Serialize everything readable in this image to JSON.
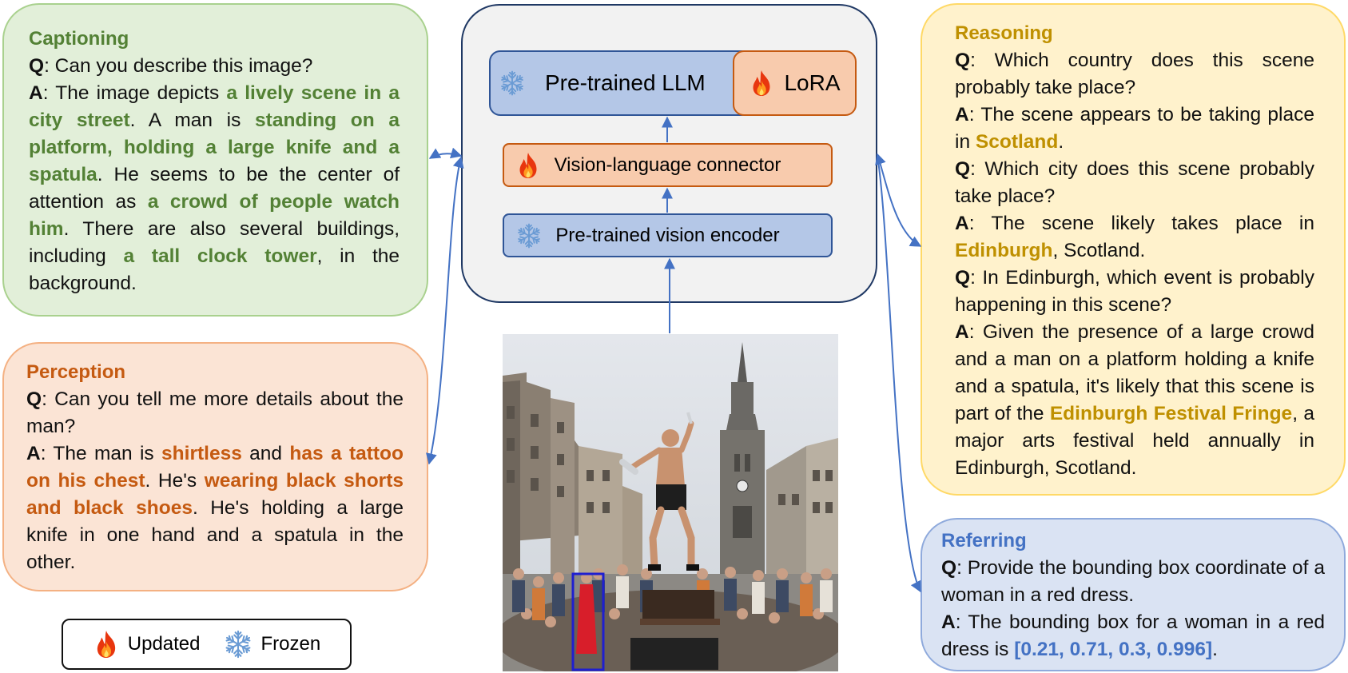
{
  "captioning": {
    "title": "Captioning",
    "q_label": "Q",
    "q_text": ": Can you describe this image?",
    "a_label": "A",
    "a1": ": The image depicts ",
    "h1": "a lively scene in a city street",
    "a2": ". A man is ",
    "h2": "standing on a platform, holding a large knife and a spatula",
    "a3": ". He seems to be the center of attention as ",
    "h3": "a crowd of people watch him",
    "a4": ". There are also several buildings, including ",
    "h4": "a tall clock tower",
    "a5": ", in the background."
  },
  "perception": {
    "title": "Perception",
    "q_label": "Q",
    "q_text": ": Can you tell me more details about the man?",
    "a_label": "A",
    "a1": ": The man is ",
    "h1": "shirtless",
    "a2": " and ",
    "h2": "has a tattoo on his chest",
    "a3": ". He's ",
    "h3": "wearing black shorts and black shoes",
    "a4": ". He's holding a large knife in one hand and a spatula in the other."
  },
  "reasoning": {
    "title": "Reasoning",
    "q1_label": "Q",
    "q1_text": ": Which country does this scene probably take place?",
    "a1_label": "A",
    "a1_text": ": The scene appears to be taking place in ",
    "a1_hl": "Scotland",
    "a1_end": ".",
    "q2_label": "Q",
    "q2_text": ": Which city does this scene probably take place?",
    "a2_label": "A",
    "a2_text": ": The scene likely takes place in ",
    "a2_hl": "Edinburgh",
    "a2_end": ", Scotland.",
    "q3_label": "Q",
    "q3_text": ": In Edinburgh, which event is probably happening in this scene?",
    "a3_label": "A",
    "a3_text": ": Given the presence of a large crowd and a man on a platform holding a knife and a spatula, it's likely that this scene is part of the ",
    "a3_hl": "Edinburgh Festival Fringe",
    "a3_end": ", a major arts festival held annually in Edinburgh, Scotland."
  },
  "referring": {
    "title": "Referring",
    "q_label": "Q",
    "q_text": ": Provide the bounding box coordinate of a woman in a red dress.",
    "a_label": "A",
    "a_text": ": The bounding box for a woman in a red dress is ",
    "a_hl": "[0.21, 0.71, 0.3, 0.996]",
    "a_end": "."
  },
  "model": {
    "llm_label": "Pre-trained LLM",
    "lora_label": "LoRA",
    "connector_label": "Vision-language connector",
    "encoder_label": "Pre-trained vision encoder"
  },
  "legend": {
    "updated_label": "Updated",
    "frozen_label": "Frozen"
  },
  "icons": {
    "updated": "flame-icon",
    "frozen": "snowflake-icon"
  },
  "colors": {
    "captioning": "#538135",
    "perception": "#c55a11",
    "reasoning": "#bf9000",
    "referring": "#4472c4",
    "arrow": "#4472c4",
    "bbox": "#1f1fd0"
  }
}
